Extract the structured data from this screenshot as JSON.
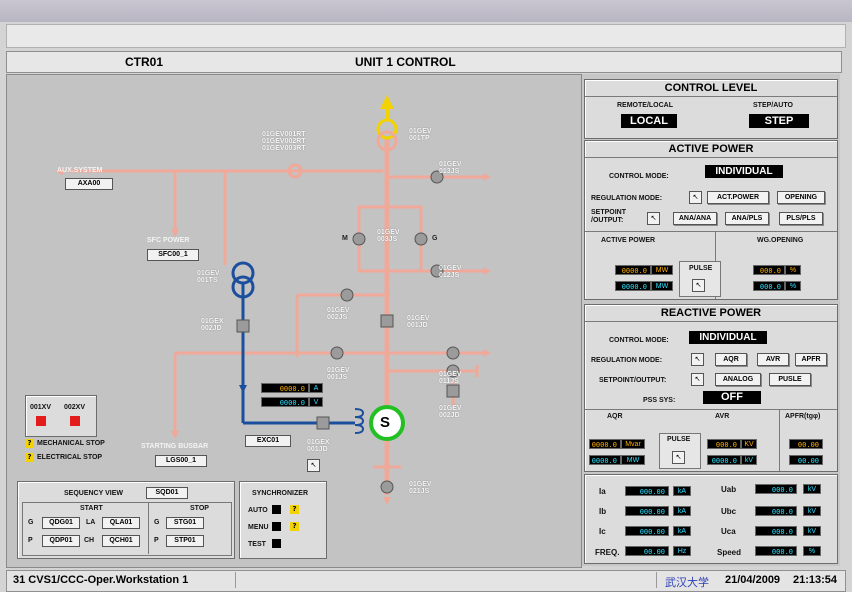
{
  "header": {
    "left_title": "CTR01",
    "main_title": "UNIT 1 CONTROL"
  },
  "control_level": {
    "title": "CONTROL LEVEL",
    "remote_local_label": "REMOTE/LOCAL",
    "remote_local_value": "LOCAL",
    "step_auto_label": "STEP/AUTO",
    "step_auto_value": "STEP"
  },
  "active_power": {
    "title": "ACTIVE POWER",
    "control_mode_label": "CONTROL MODE:",
    "control_mode_value": "INDIVIDUAL",
    "regulation_mode_label": "REGULATION MODE:",
    "reg_btn_1": "ACT.POWER",
    "reg_btn_2": "OPENING",
    "setpoint_label_1": "SETPOINT",
    "setpoint_label_2": "/OUTPUT:",
    "sp_btn_1": "ANA/ANA",
    "sp_btn_2": "ANA/PLS",
    "sp_btn_3": "PLS/PLS",
    "active_power_col": "ACTIVE POWER",
    "wg_opening_col": "WG.OPENING",
    "pulse_label": "PULSE",
    "ap_value_1": "0000.0",
    "ap_unit_1": "MW",
    "ap_value_2": "0000.0",
    "ap_unit_2": "MW",
    "wg_value_1": "000.0",
    "wg_unit_1": "%",
    "wg_value_2": "000.0",
    "wg_unit_2": "%"
  },
  "reactive_power": {
    "title": "REACTIVE POWER",
    "control_mode_label": "CONTROL MODE:",
    "control_mode_value": "INDIVIDUAL",
    "regulation_mode_label": "REGULATION MODE:",
    "reg_btn_1": "AQR",
    "reg_btn_2": "AVR",
    "reg_btn_3": "APFR",
    "setpoint_label": "SETPOINT/OUTPUT:",
    "sp_btn_1": "ANALOG",
    "sp_btn_2": "PUSLE",
    "pss_label": "PSS SYS:",
    "pss_value": "OFF",
    "aqr_col": "AQR",
    "avr_col": "AVR",
    "apfr_col": "APFR(tgφ)",
    "pulse_label": "PULSE",
    "aqr_value_1": "0000.0",
    "aqr_unit_1": "Mvar",
    "aqr_value_2": "0000.0",
    "aqr_unit_2": "MW",
    "avr_value_1": "000.0",
    "avr_unit_1": "KV",
    "avr_value_2": "0000.0",
    "avr_unit_2": "kV",
    "apfr_value_1": "00.00",
    "apfr_value_2": "00.00"
  },
  "measurements": {
    "ia_label": "Ia",
    "ia_value": "000.00",
    "ia_unit": "kA",
    "ib_label": "Ib",
    "ib_value": "000.00",
    "ib_unit": "kA",
    "ic_label": "Ic",
    "ic_value": "000.00",
    "ic_unit": "kA",
    "freq_label": "FREQ.",
    "freq_value": "00.00",
    "freq_unit": "Hz",
    "uab_label": "Uab",
    "uab_value": "000.0",
    "uab_unit": "kV",
    "ubc_label": "Ubc",
    "ubc_value": "000.0",
    "ubc_unit": "kV",
    "uca_label": "Uca",
    "uca_value": "000.0",
    "uca_unit": "kV",
    "speed_label": "Speed",
    "speed_value": "000.0",
    "speed_unit": "%"
  },
  "diagram": {
    "aux_system_label": "AUX.SYSTEM",
    "aux_system_box": "AXA00",
    "sfc_power_label": "SFC POWER",
    "sfc_power_box": "SFC00_1",
    "starting_busbar_label": "STARTING BUSBAR",
    "starting_busbar_box": "LGS00_1",
    "exc_box": "EXC01",
    "generator_label": "S",
    "m_label": "M",
    "g_label": "G",
    "tag_rt": "01GEV001RT\n01GEV002RT\n01GEV003RT",
    "tag_tp": "01GEV\n001TP",
    "tag_03js": "01GEV\n013JS",
    "tag_003js": "01GEV\n003JS",
    "tag_012js": "01GEV\n012JS",
    "tag_001ts": "01GEV\n001TS",
    "tag_002js": "01GEV\n002JS",
    "tag_001jd": "01GEV\n001JD",
    "tag_002jd_left": "01GEX\n002JD",
    "tag_001js": "01GEV\n001JS",
    "tag_011js": "01GEV\n011JS",
    "tag_002jd_right": "01GEV\n002JD",
    "tag_gex001jd": "01GEX\n001JD",
    "tag_021js": "01GEV\n021JS",
    "exc_current_value": "0000.0",
    "exc_current_unit": "A",
    "exc_voltage_value": "0000.0",
    "exc_voltage_unit": "V"
  },
  "alarms": {
    "xv1_label": "001XV",
    "xv2_label": "002XV",
    "mech_stop_label": "MECHANICAL STOP",
    "elec_stop_label": "ELECTRICAL STOP",
    "q_mark": "?"
  },
  "sequency": {
    "title": "SEQUENCY VIEW",
    "box": "SQD01",
    "start_label": "START",
    "stop_label": "STOP",
    "g_label": "G",
    "qdg01": "QDG01",
    "la_label": "LA",
    "qla01": "QLA01",
    "p_label": "P",
    "qdp01": "QDP01",
    "ch_label": "CH",
    "qch01": "QCH01",
    "g_stop_label": "G",
    "stg01": "STG01",
    "p_stop_label": "P",
    "stp01": "STP01"
  },
  "synchronizer": {
    "title": "SYNCHRONIZER",
    "auto_label": "AUTO",
    "menu_label": "MENU",
    "test_label": "TEST",
    "q_mark": "?"
  },
  "status": {
    "left": "31  CVS1/CCC-Oper.Workstation 1",
    "org": "武汉大学",
    "date": "21/04/2009",
    "time": "21:13:54"
  },
  "colors": {
    "line_pink": "#f0a898",
    "line_blue": "#1b4f9e",
    "accent_yellow": "#f2d200",
    "generator_green": "#22c022",
    "alarm_red": "#e31b1b",
    "value_orange": "#ffb000",
    "value_cyan": "#2fe0ff"
  }
}
